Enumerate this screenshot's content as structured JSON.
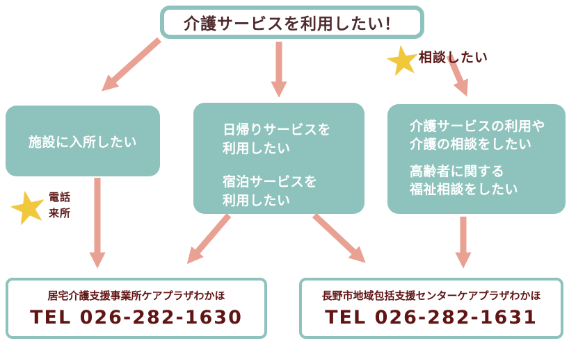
{
  "palette": {
    "teal": "#8ec2bc",
    "arrow_salmon": "#e9a193",
    "star_yellow": "#f1c83b",
    "title_maroon": "#4f2b2e",
    "red_text": "#611414",
    "box_text": "#ffffff",
    "background": "#ffffff"
  },
  "icons": {
    "star": "★"
  },
  "title": {
    "text": "介護サービスを利用したい！"
  },
  "annotations": {
    "consult": "相談したい",
    "phone_visit": "電話\n来所"
  },
  "boxes": {
    "facility": {
      "text": "施設に入所したい"
    },
    "dayservice": {
      "para1": "日帰りサービスを\n利用したい",
      "para2": "宿泊サービスを\n利用したい"
    },
    "consultation": {
      "para1": "介護サービスの利用や\n介護の相談をしたい",
      "para2": "高齢者に関する\n福祉相談をしたい"
    }
  },
  "contacts": [
    {
      "name": "居宅介護支援事業所ケアプラザわかほ",
      "tel": "TEL 026-282-1630"
    },
    {
      "name": "長野市地域包括支援センターケアプラザわかほ",
      "tel": "TEL 026-282-1631"
    }
  ]
}
